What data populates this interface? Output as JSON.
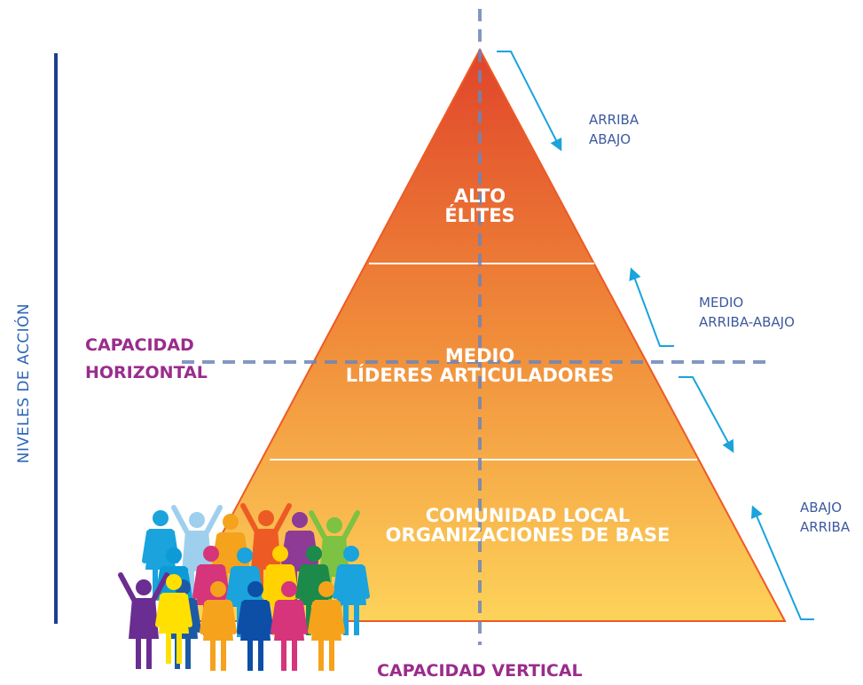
{
  "pyramid": {
    "top": {
      "line1": "ALTO",
      "line2": "ÉLITES"
    },
    "middle": {
      "line1": "MEDIO",
      "line2": "LÍDERES ARTICULADORES"
    },
    "bottom": {
      "line1": "COMUNIDAD LOCAL",
      "line2": "ORGANIZACIONES DE BASE"
    }
  },
  "arrows": {
    "top": {
      "line1": "ARRIBA",
      "line2": "ABAJO"
    },
    "middle": {
      "line1": "MEDIO",
      "line2": "ARRIBA-ABAJO"
    },
    "bottom": {
      "line1": "ABAJO",
      "line2": "ARRIBA"
    }
  },
  "labels": {
    "vertical_axis": "NIVELES DE ACCIÓN",
    "horizontal_capacity_line1": "CAPACIDAD",
    "horizontal_capacity_line2": "HORIZONTAL",
    "vertical_capacity": "CAPACIDAD VERTICAL"
  },
  "colors": {
    "pyramid_top": "#e0442a",
    "pyramid_bottom": "#fcce52",
    "arrow": "#1aa3dc",
    "dashed_axis": "#6f86b8",
    "level_bar": "#1d3f8f",
    "accent_text": "#9a2c8c"
  },
  "people_colors": [
    "#1aa3dc",
    "#9ed0ee",
    "#f5a21c",
    "#ee5a24",
    "#8d3b96",
    "#7dc242",
    "#0d9bd7",
    "#d6347b",
    "#ffd200",
    "#1b8a4a",
    "#6a2d91",
    "#1d5aa5",
    "#0d4ea6",
    "#f7a21b",
    "#ffe000"
  ]
}
